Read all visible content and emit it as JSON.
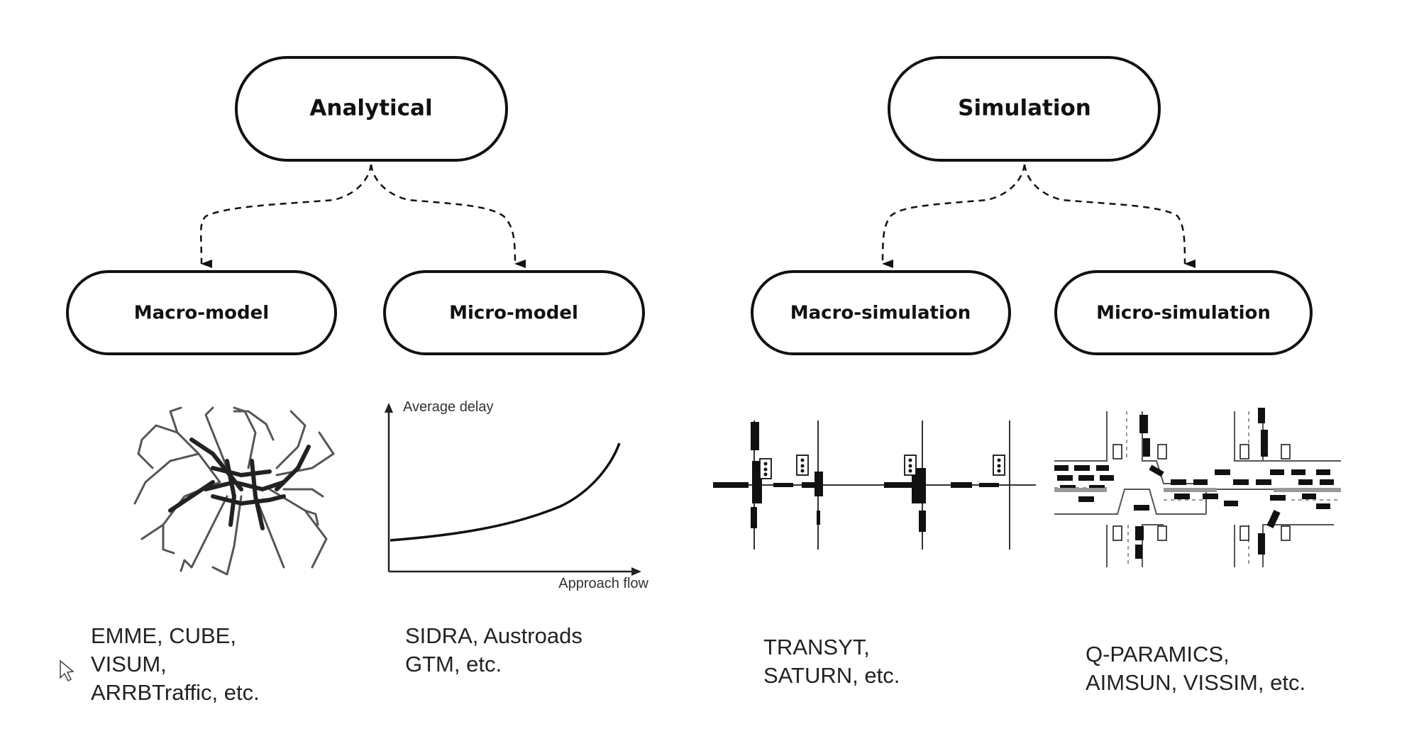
{
  "top_nodes": {
    "analytical": "Analytical",
    "simulation": "Simulation"
  },
  "child_nodes": {
    "macro_model": "Macro-model",
    "micro_model": "Micro-model",
    "macro_simulation": "Macro-simulation",
    "micro_simulation": "Micro-simulation"
  },
  "delay_chart": {
    "ylabel": "Average delay",
    "xlabel": "Approach flow"
  },
  "captions": {
    "macro_model": "EMME, CUBE,\nVISUM,\nARRBTraffic, etc.",
    "micro_model": "SIDRA, Austroads\nGTM, etc.",
    "macro_simulation": "TRANSYT,\nSATURN, etc.",
    "micro_simulation": "Q-PARAMICS,\nAIMSUN, VISSIM, etc."
  },
  "icons": {
    "cursor": "mouse-pointer-icon"
  }
}
